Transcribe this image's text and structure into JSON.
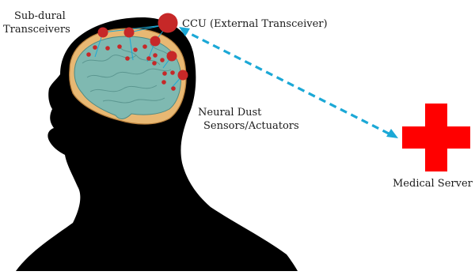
{
  "labels": {
    "subdural_line1": "Sub-dural",
    "subdural_line2": "Transceivers",
    "ccu": "CCU (External Transceiver)",
    "neural_line1": "Neural Dust",
    "neural_line2": "Sensors/Actuators",
    "medical_server": "Medical Server"
  },
  "colors": {
    "silhouette": "#000000",
    "skull": "#e8b873",
    "brain": "#7fb9b1",
    "node": "#c62828",
    "wireless_link": "#1ba8d6",
    "medical_cross": "#ff0000"
  },
  "icons": {
    "medical_server": "red-cross-icon",
    "ccu": "large-red-circle"
  }
}
